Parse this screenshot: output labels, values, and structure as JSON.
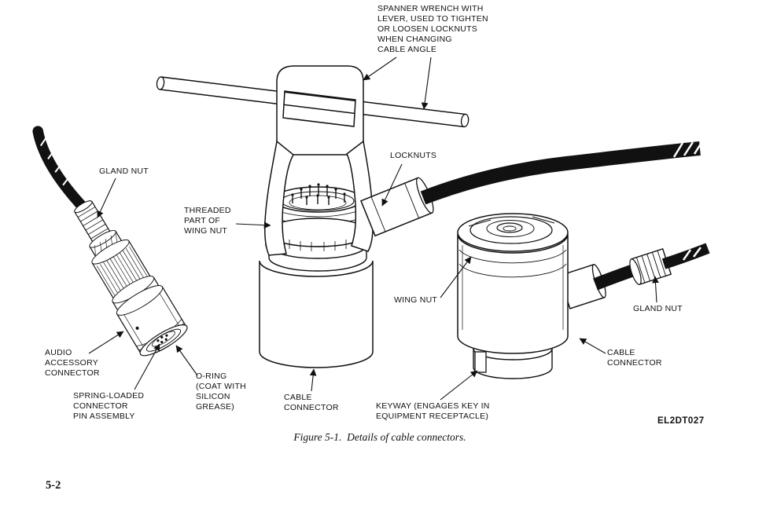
{
  "page": {
    "number": "5-2"
  },
  "figure": {
    "caption": "Figure 5-1.  Details of cable connectors.",
    "figure_id": "EL2DT027",
    "callouts": {
      "spanner_wrench": "SPANNER WRENCH WITH\nLEVER, USED TO TIGHTEN\nOR LOOSEN LOCKNUTS\nWHEN CHANGING\nCABLE ANGLE",
      "gland_nut_left": "GLAND NUT",
      "threaded_part_of_wing_nut": "THREADED\nPART OF\nWING NUT",
      "locknuts": "LOCKNUTS",
      "wing_nut": "WING NUT",
      "gland_nut_right": "GLAND NUT",
      "audio_accessory_connector": "AUDIO\nACCESSORY\nCONNECTOR",
      "spring_loaded_connector_pin_assembly": "SPRING-LOADED\nCONNECTOR\nPIN ASSEMBLY",
      "o_ring": "O-RING\n(COAT WITH\nSILICON\nGREASE)",
      "cable_connector_center": "CABLE\nCONNECTOR",
      "keyway": "KEYWAY (ENGAGES KEY IN\nEQUIPMENT RECEPTACLE)",
      "cable_connector_right": "CABLE\nCONNECTOR"
    }
  }
}
